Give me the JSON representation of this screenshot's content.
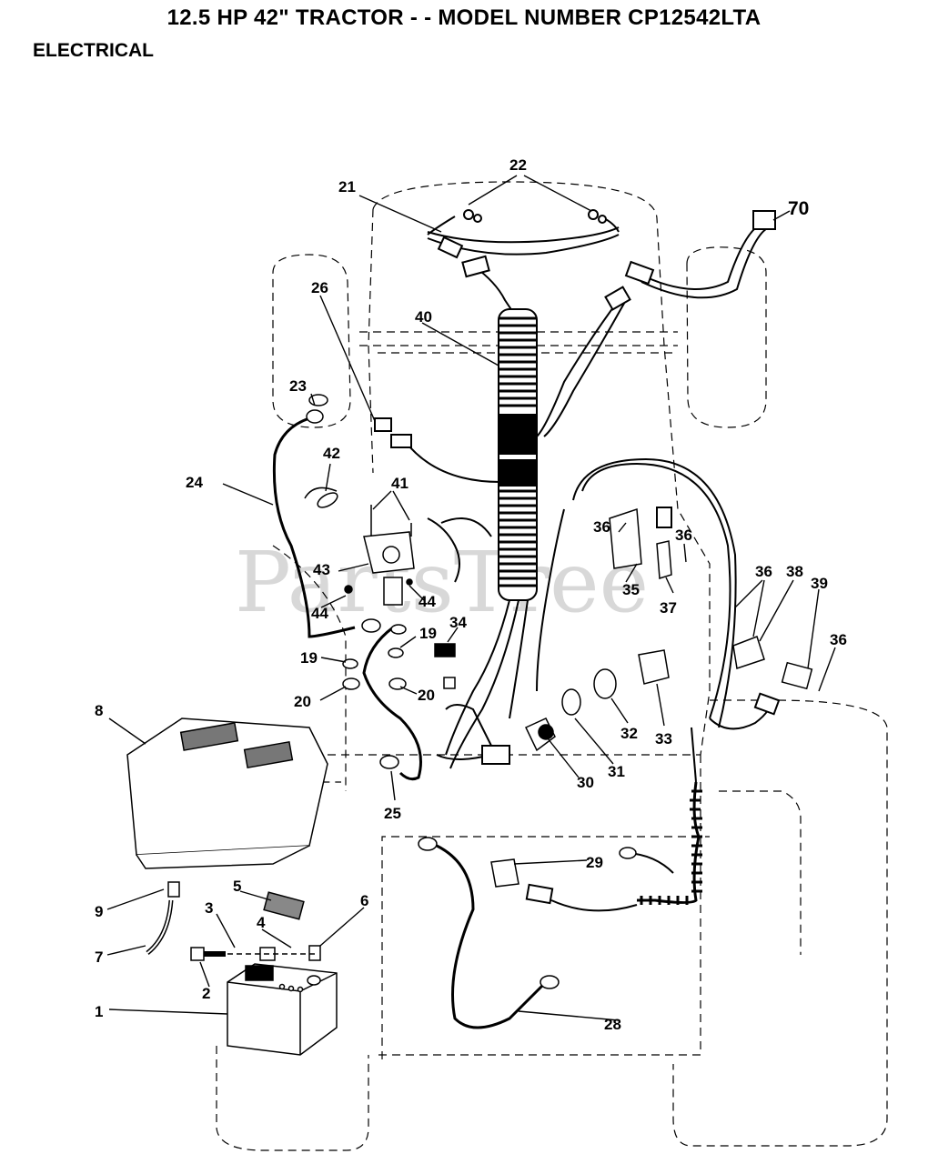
{
  "header": {
    "title": "12.5 HP 42\" TRACTOR - - MODEL NUMBER CP12542LTA",
    "section": "ELECTRICAL"
  },
  "watermark": "PartsTree",
  "callouts": {
    "c1": "1",
    "c2": "2",
    "c3": "3",
    "c4": "4",
    "c5": "5",
    "c6": "6",
    "c7": "7",
    "c8": "8",
    "c9": "9",
    "c19a": "19",
    "c19b": "19",
    "c20a": "20",
    "c20b": "20",
    "c21": "21",
    "c22": "22",
    "c23": "23",
    "c24": "24",
    "c25": "25",
    "c26": "26",
    "c28": "28",
    "c29": "29",
    "c30": "30",
    "c31": "31",
    "c32": "32",
    "c33": "33",
    "c34": "34",
    "c35": "35",
    "c36a": "36",
    "c36b": "36",
    "c36c": "36",
    "c36d": "36",
    "c37": "37",
    "c38": "38",
    "c39": "39",
    "c40": "40",
    "c41": "41",
    "c42": "42",
    "c43": "43",
    "c44a": "44",
    "c44b": "44",
    "c70": "70"
  }
}
